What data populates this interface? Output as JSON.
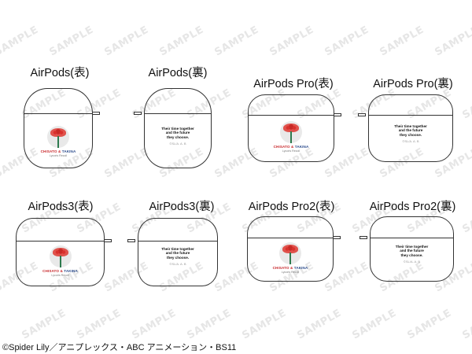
{
  "watermark": "SAMPLE",
  "colors": {
    "outline": "#333333",
    "chisato_red": "#c8282c",
    "takina_blue": "#2b4b8c",
    "flower_red": "#d9302c",
    "stem_green": "#2d7a4e",
    "watermark_gray": "#e6e6e6"
  },
  "front_art": {
    "names_left": "CHISATO",
    "names_amp": "&",
    "names_right": "TAKINA",
    "subtitle": "Lycoris Recoil"
  },
  "back_art": {
    "quote_line1": "Their time together",
    "quote_line2": "and the future",
    "quote_line3": "they choose.",
    "signature": "©SL/A. A. B"
  },
  "cases": [
    {
      "label": "AirPods(表)",
      "model": "AirPods",
      "side": "front"
    },
    {
      "label": "AirPods(裏)",
      "model": "AirPods",
      "side": "back"
    },
    {
      "label": "AirPods Pro(表)",
      "model": "AirPods Pro",
      "side": "front"
    },
    {
      "label": "AirPods Pro(裏)",
      "model": "AirPods Pro",
      "side": "back"
    },
    {
      "label": "AirPods3(表)",
      "model": "AirPods3",
      "side": "front"
    },
    {
      "label": "AirPods3(裏)",
      "model": "AirPods3",
      "side": "back"
    },
    {
      "label": "AirPods Pro2(表)",
      "model": "AirPods Pro2",
      "side": "front"
    },
    {
      "label": "AirPods Pro2(裏)",
      "model": "AirPods Pro2",
      "side": "back"
    }
  ],
  "footer": {
    "copyright": "©Spider Lily／アニプレックス・ABC アニメーション・BS11"
  }
}
